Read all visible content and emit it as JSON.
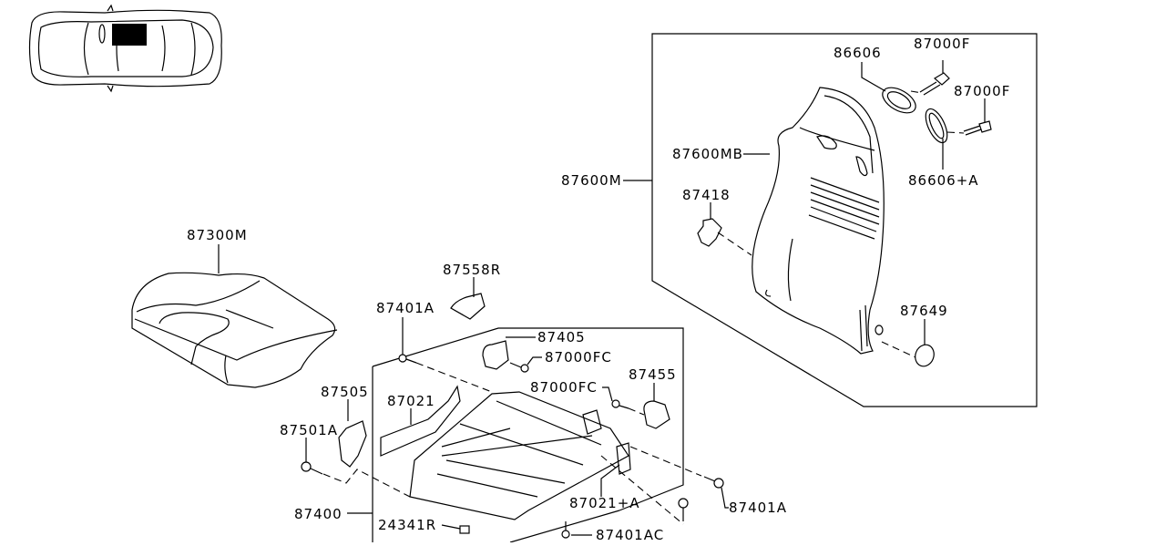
{
  "diagram": {
    "title": "Seat parts diagram",
    "locator": {
      "icon": "car-top-view-icon",
      "highlight_color": "#000000"
    },
    "labels": {
      "p87300M": "87300M",
      "p87558R": "87558R",
      "p87401A_top": "87401A",
      "p87405": "87405",
      "p87000FC_1": "87000FC",
      "p87000FC_2": "87000FC",
      "p87455": "87455",
      "p87505": "87505",
      "p87021": "87021",
      "p87501A": "87501A",
      "p87400": "87400",
      "p24341R": "24341R",
      "p87401AC": "87401AC",
      "p87021A": "87021+A",
      "p87401A_right": "87401A",
      "p87600M": "87600M",
      "p87600MB": "87600MB",
      "p87418": "87418",
      "p86606": "86606",
      "p87000F_1": "87000F",
      "p87000F_2": "87000F",
      "p86606A": "86606+A",
      "p87649": "87649"
    }
  }
}
